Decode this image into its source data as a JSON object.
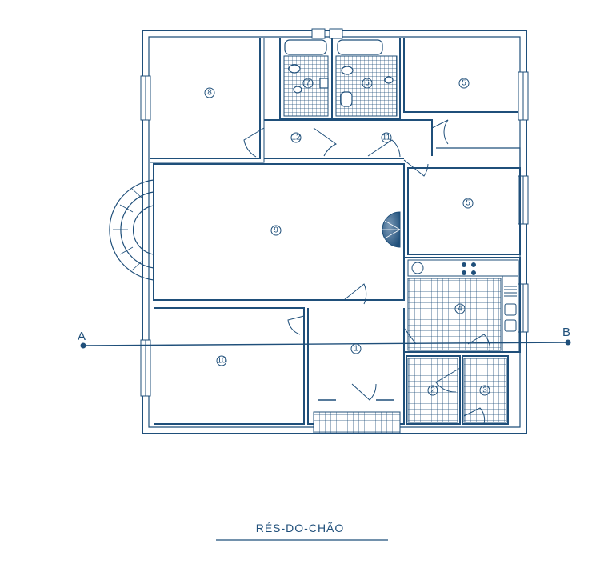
{
  "plan": {
    "title": "RÉS-DO-CHÃO",
    "section_line": {
      "start_label": "A",
      "end_label": "B"
    },
    "rooms": [
      {
        "id": "1",
        "label": "1"
      },
      {
        "id": "2",
        "label": "2"
      },
      {
        "id": "3",
        "label": "3"
      },
      {
        "id": "4",
        "label": "4"
      },
      {
        "id": "5a",
        "label": "5"
      },
      {
        "id": "5b",
        "label": "5"
      },
      {
        "id": "6",
        "label": "6"
      },
      {
        "id": "7",
        "label": "7"
      },
      {
        "id": "8",
        "label": "8"
      },
      {
        "id": "9",
        "label": "9"
      },
      {
        "id": "10",
        "label": "10"
      },
      {
        "id": "11",
        "label": "11"
      },
      {
        "id": "12",
        "label": "12"
      }
    ]
  },
  "colors": {
    "ink": "#1f4f7a",
    "paper": "#ffffff"
  }
}
